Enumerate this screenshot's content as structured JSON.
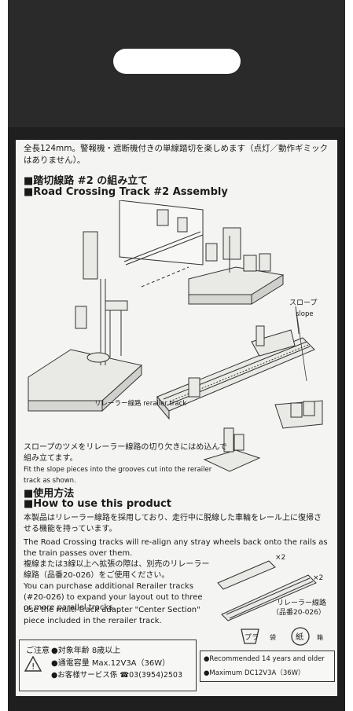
{
  "intro": "全長124mm。警報機・遮断機付きの単線踏切を楽しめます（点灯／動作ギミックはありません）。",
  "assembly": {
    "heading_jp": "■踏切線路 #2 の組み立て",
    "heading_en": "■Road Crossing Track #2 Assembly",
    "slope_jp": "スロープ",
    "slope_en": "slope",
    "rerailer_label": "リレーラー線路 rerailer track",
    "instr_jp": "スロープのツメをリレーラー線路の切り欠きにはめ込んで組み立てます。",
    "instr_en": "Fit the slope pieces into the grooves cut into the rerailer track as shown."
  },
  "usage": {
    "heading_jp": "■使用方法",
    "heading_en": "■How to use this product",
    "para1_jp": "本製品はリレーラー線路を採用しており、走行中に脱線した車輪をレール上に復帰させる機能を持っています。",
    "para1_en": "The Road Crossing tracks will re-align any stray wheels back onto the rails as the train passes over them.",
    "para2_jp": "複線または3線以上へ拡張の際は、別売のリレーラー線路（品番20-026）をご使用ください。",
    "para2_en": "You can purchase additional Rerailer tracks (#20-026) to expand your layout out to three or more parallel tracks.",
    "para3_en": "Use the multi-track adapter \"Center Section\" piece included in the rerailer track.",
    "x2_top": "×2",
    "x2_right": "×2",
    "rerailer_jp": "リレーラー線路",
    "rerailer_code": "（品番20-026）"
  },
  "recycle": {
    "pla_label": "プラ",
    "pla_sub": "袋",
    "paper_label": "紙",
    "paper_sub": "箱"
  },
  "warning_jp": {
    "title": "ご注意",
    "line1": "●対象年齢 8歳以上",
    "line2": "●通電容量 Max.12V3A（36W）",
    "line3": "●お客様サービス係 ☎03(3954)2503"
  },
  "warning_en": {
    "line1": "●Recommended 14 years and older",
    "line2": "●Maximum DC12V3A（36W）"
  }
}
